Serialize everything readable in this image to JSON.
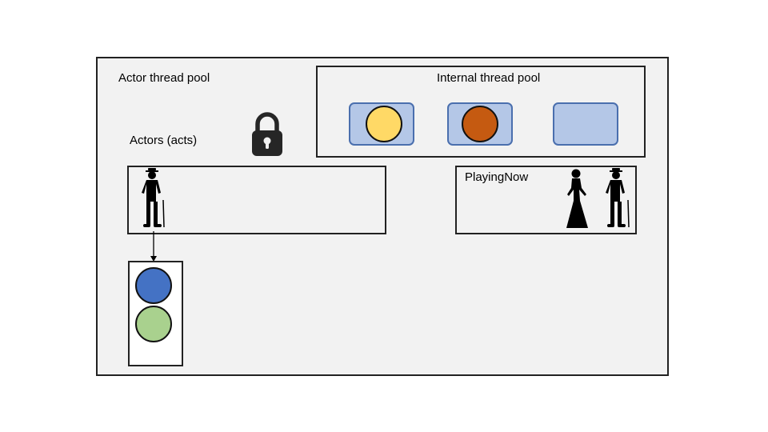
{
  "diagram": {
    "actor_pool_label": "Actor thread pool",
    "internal_pool_label": "Internal thread pool",
    "actors_label": "Actors (acts)",
    "playing_now_label": "PlayingNow"
  },
  "colors": {
    "background": "#f2f2f2",
    "slot_fill": "#b4c7e7",
    "slot_border": "#4a6fae",
    "yellow_message": "#ffd966",
    "orange_message": "#c55a11",
    "blue_message": "#4472c4",
    "green_message": "#a9d18e",
    "lock": "#262626"
  },
  "icons": [
    "padlock-icon",
    "man-silhouette-icon",
    "woman-silhouette-icon",
    "arrow-icon"
  ]
}
